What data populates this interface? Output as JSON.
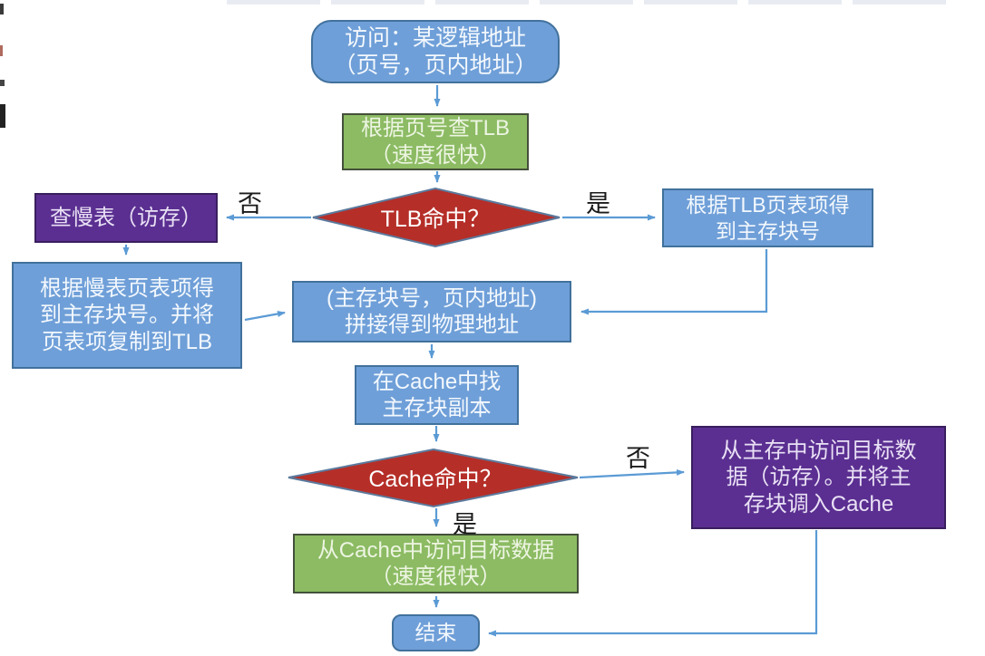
{
  "flowchart": {
    "nodes": {
      "start": "访问：某逻辑地址\n（页号，页内地址）",
      "tlb_lookup": "根据页号查TLB\n（速度很快）",
      "tlb_hit": "TLB命中？",
      "slow_table": "查慢表（访存）",
      "tlb_entry": "根据TLB页表项得\n到主存块号",
      "slow_entry": "根据慢表页表项得\n到主存块号。并将\n页表项复制到TLB",
      "phys_addr": "(主存块号，页内地址)\n拼接得到物理地址",
      "cache_find": "在Cache中找\n主存块副本",
      "cache_hit": "Cache命中？",
      "mem_access": "从主存中访问目标数\n据（访存）。并将主\n存块调入Cache",
      "cache_access": "从Cache中访问目标数据\n（速度很快）",
      "end": "结束"
    },
    "labels": {
      "tlb_no": "否",
      "tlb_yes": "是",
      "cache_no": "否",
      "cache_yes": "是"
    },
    "colors": {
      "process_blue": "#6f9fd8",
      "process_blue_border": "#41719c",
      "fast_green": "#8cbb63",
      "memory_purple": "#5b2f91",
      "decision_red": "#b52e28",
      "arrow_blue": "#5b9bd5",
      "label_black": "#1a1a1a"
    }
  }
}
